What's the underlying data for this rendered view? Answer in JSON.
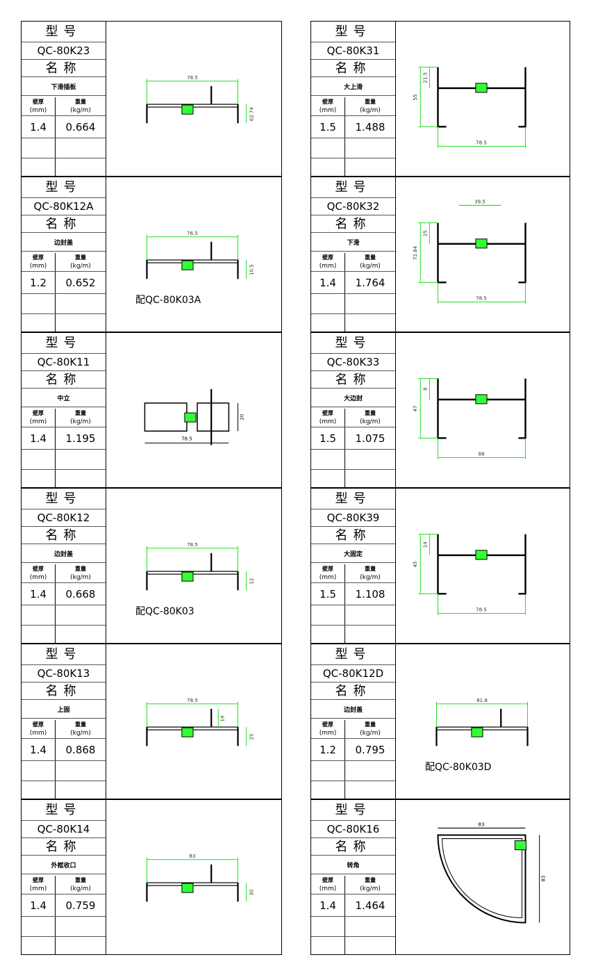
{
  "labels": {
    "model_header": "型号",
    "name_header": "名称",
    "thickness_label": "壁厚",
    "thickness_unit": "(mm)",
    "weight_label": "重量",
    "weight_unit": "(kg/m)"
  },
  "colors": {
    "insert": "#33ff33",
    "dimension": "#22dd22",
    "profile": "#000000"
  },
  "left": [
    {
      "model": "QC-80K23",
      "name": "下滑插板",
      "thickness": "1.4",
      "weight": "0.664",
      "shape": "flat",
      "dims": [
        "78.5",
        "62.74"
      ],
      "note": ""
    },
    {
      "model": "QC-80K12A",
      "name": "边封盖",
      "thickness": "1.2",
      "weight": "0.652",
      "shape": "flat",
      "dims": [
        "76.5",
        "10.5"
      ],
      "note": "配QC-80K03A"
    },
    {
      "model": "QC-80K11",
      "name": "中立",
      "thickness": "1.4",
      "weight": "1.195",
      "shape": "mullion",
      "dims": [
        "78.5",
        "20"
      ],
      "note": ""
    },
    {
      "model": "QC-80K12",
      "name": "边封盖",
      "thickness": "1.4",
      "weight": "0.668",
      "shape": "flat",
      "dims": [
        "78.5",
        "12"
      ],
      "note": "配QC-80K03"
    },
    {
      "model": "QC-80K13",
      "name": "上固",
      "thickness": "1.4",
      "weight": "0.868",
      "shape": "flat",
      "dims": [
        "78.5",
        "25",
        "14"
      ],
      "note": ""
    },
    {
      "model": "QC-80K14",
      "name": "外框收口",
      "thickness": "1.4",
      "weight": "0.759",
      "shape": "flat",
      "dims": [
        "83",
        "30"
      ],
      "note": ""
    }
  ],
  "right": [
    {
      "model": "QC-80K31",
      "name": "大上滑",
      "thickness": "1.5",
      "weight": "1.488",
      "shape": "box",
      "dims": [
        "78.5",
        "55",
        "21.5"
      ],
      "note": ""
    },
    {
      "model": "QC-80K32",
      "name": "下滑",
      "thickness": "1.4",
      "weight": "1.764",
      "shape": "box",
      "dims": [
        "78.5",
        "72.84",
        "25",
        "39.5"
      ],
      "note": ""
    },
    {
      "model": "QC-80K33",
      "name": "大边封",
      "thickness": "1.5",
      "weight": "1.075",
      "shape": "box",
      "dims": [
        "88",
        "47",
        "8"
      ],
      "note": ""
    },
    {
      "model": "QC-80K39",
      "name": "大固定",
      "thickness": "1.5",
      "weight": "1.108",
      "shape": "box",
      "dims": [
        "78.5",
        "45",
        "14"
      ],
      "note": ""
    },
    {
      "model": "QC-80K12D",
      "name": "边封盖",
      "thickness": "1.2",
      "weight": "0.795",
      "shape": "flat",
      "dims": [
        "81.8"
      ],
      "note": "配QC-80K03D"
    },
    {
      "model": "QC-80K16",
      "name": "转角",
      "thickness": "1.4",
      "weight": "1.464",
      "shape": "corner",
      "dims": [
        "83",
        "83"
      ],
      "note": ""
    }
  ]
}
